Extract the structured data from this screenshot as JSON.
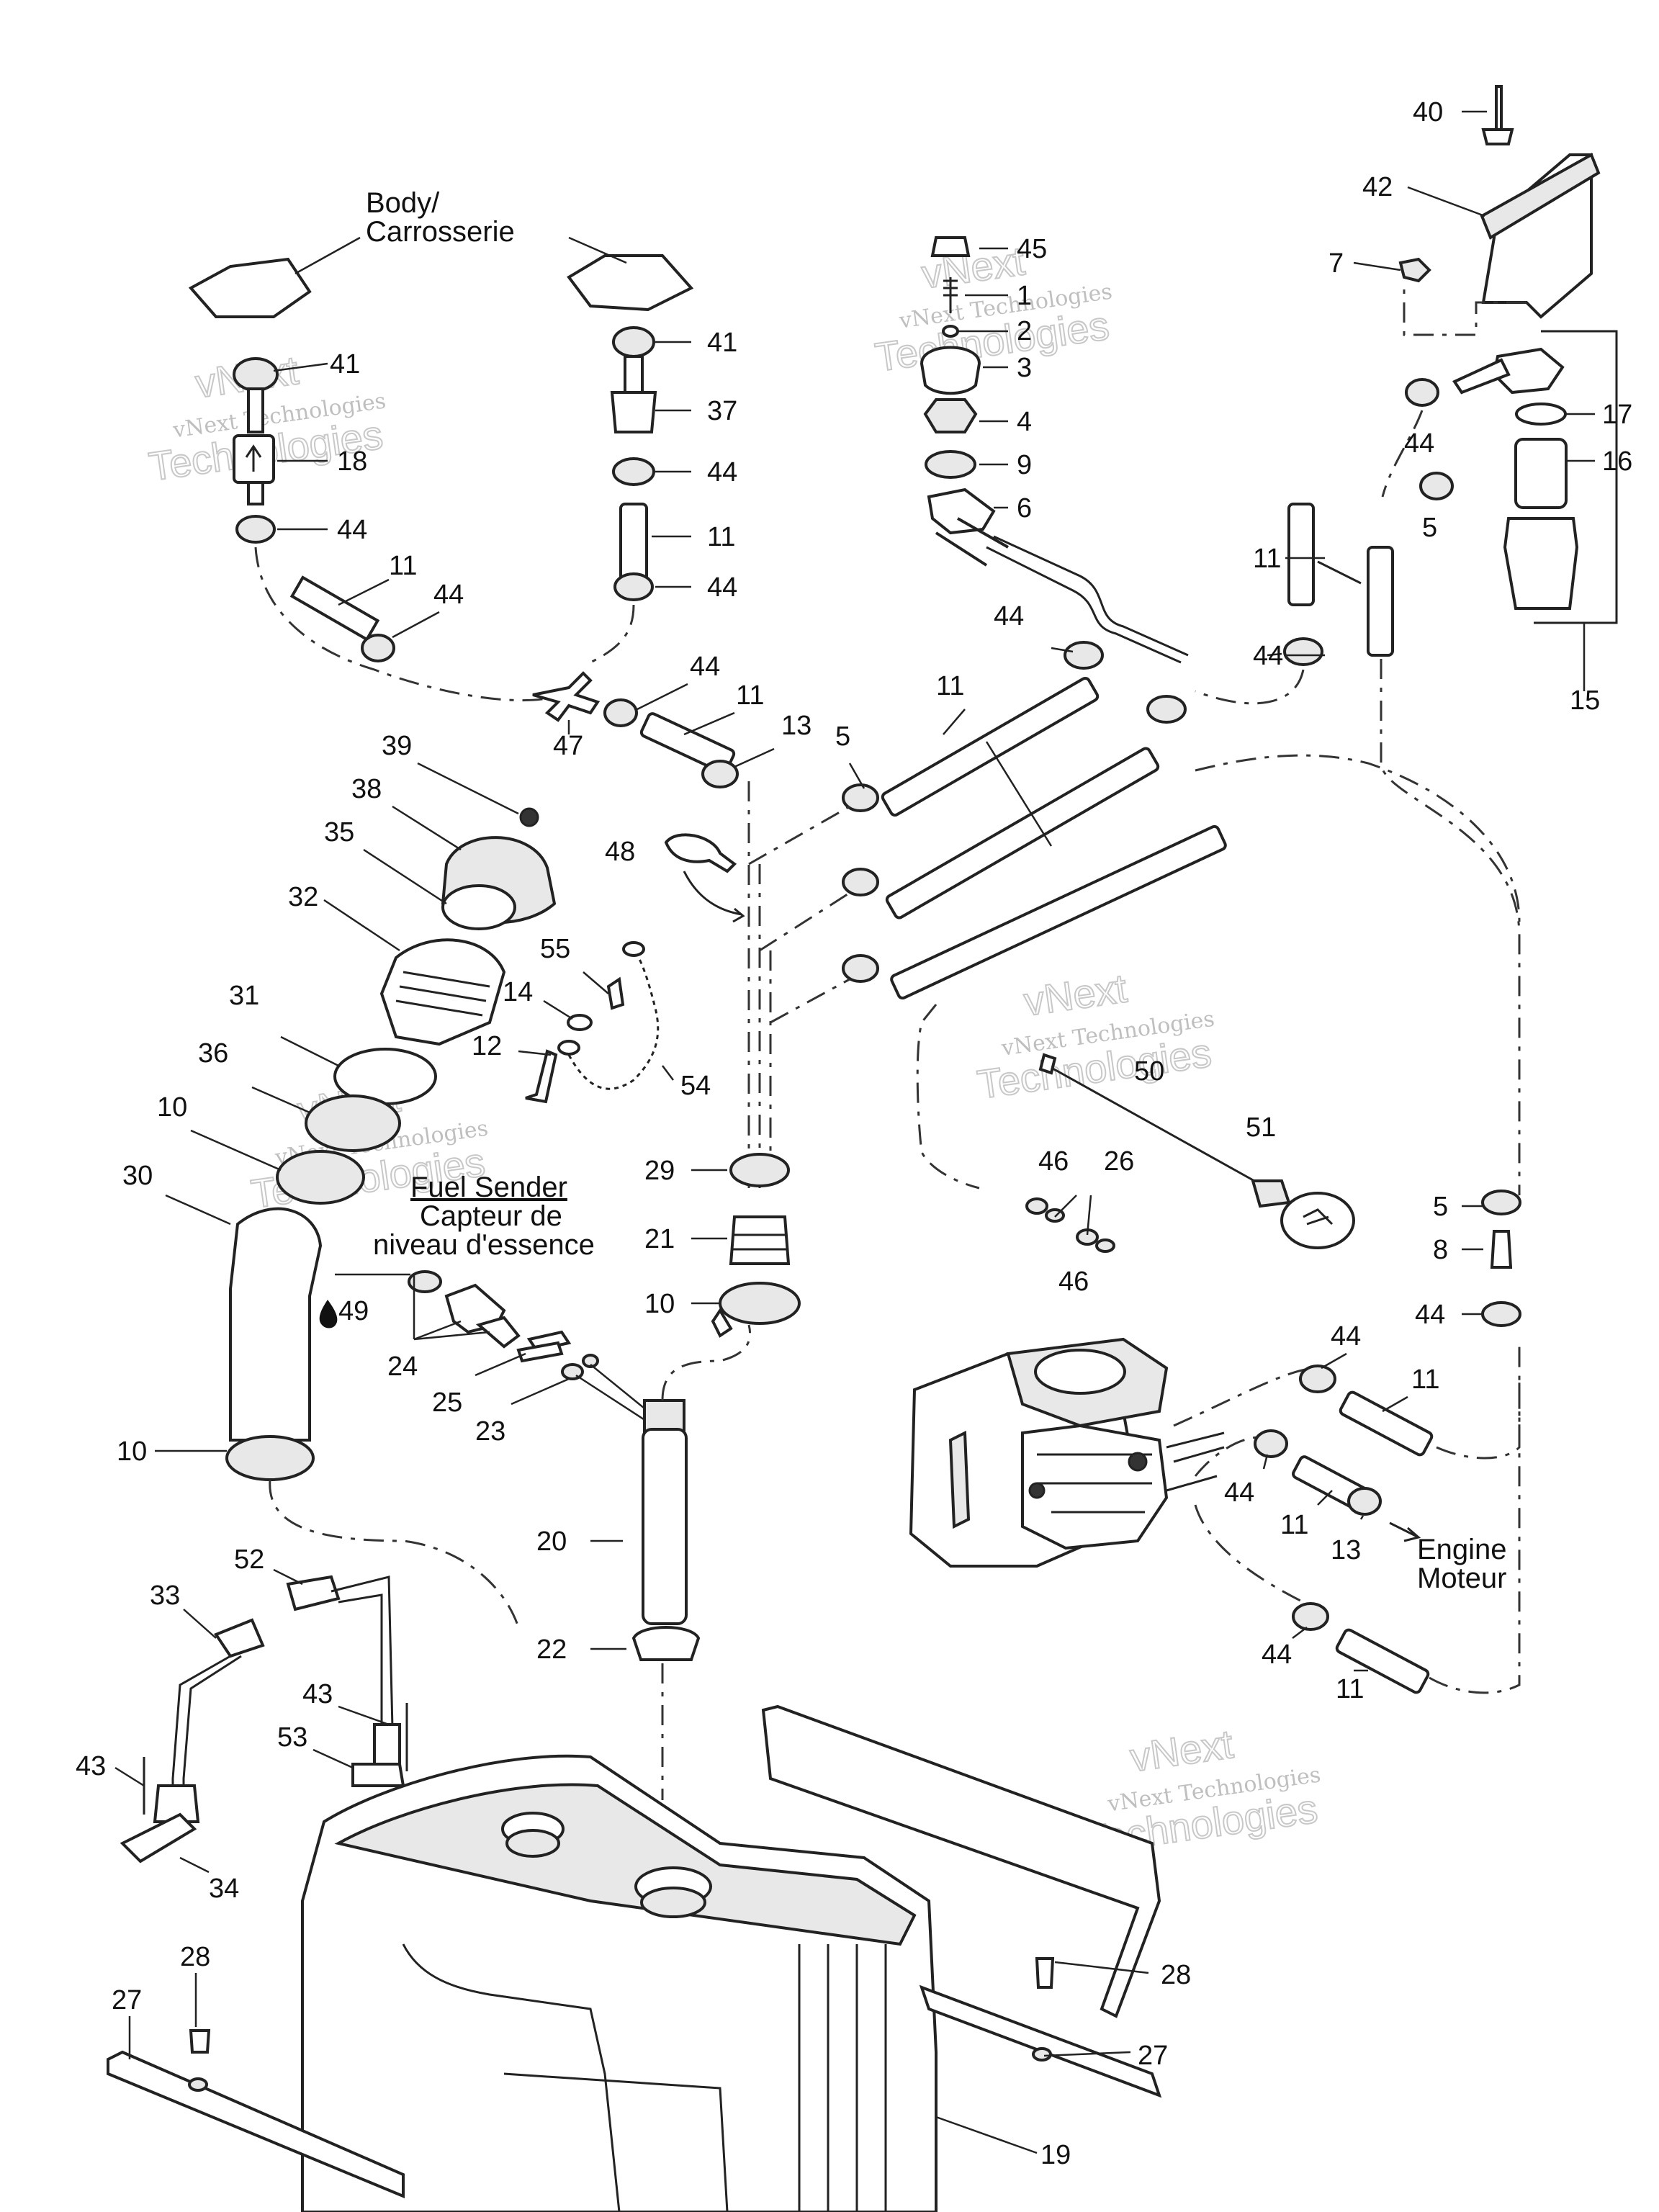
{
  "captions": {
    "body_line1": "Body/",
    "body_line2": "Carrosserie",
    "fuel_sender_line1": "Fuel Sender",
    "fuel_sender_line2": "Capteur de",
    "fuel_sender_line3": "niveau d'essence",
    "engine_line1": "Engine",
    "engine_line2": "Moteur"
  },
  "watermark": {
    "line1": "vNext",
    "line2": "vNext Technologies",
    "line3": "Technologies"
  },
  "callouts": [
    "40",
    "42",
    "7",
    "45",
    "1",
    "2",
    "3",
    "4",
    "9",
    "6",
    "41",
    "37",
    "44",
    "11",
    "44",
    "41",
    "18",
    "44",
    "11",
    "44",
    "17",
    "16",
    "44",
    "5",
    "11",
    "44",
    "15",
    "44",
    "11",
    "47",
    "13",
    "44",
    "11",
    "5",
    "39",
    "38",
    "35",
    "48",
    "32",
    "55",
    "14",
    "31",
    "12",
    "54",
    "36",
    "10",
    "30",
    "29",
    "50",
    "51",
    "46",
    "26",
    "46",
    "5",
    "8",
    "44",
    "21",
    "10",
    "49",
    "24",
    "25",
    "23",
    "44",
    "11",
    "10",
    "20",
    "44",
    "11",
    "13",
    "52",
    "33",
    "22",
    "43",
    "53",
    "43",
    "34",
    "28",
    "27",
    "28",
    "27",
    "19",
    "44",
    "11",
    "fuel_sender",
    "engine"
  ]
}
